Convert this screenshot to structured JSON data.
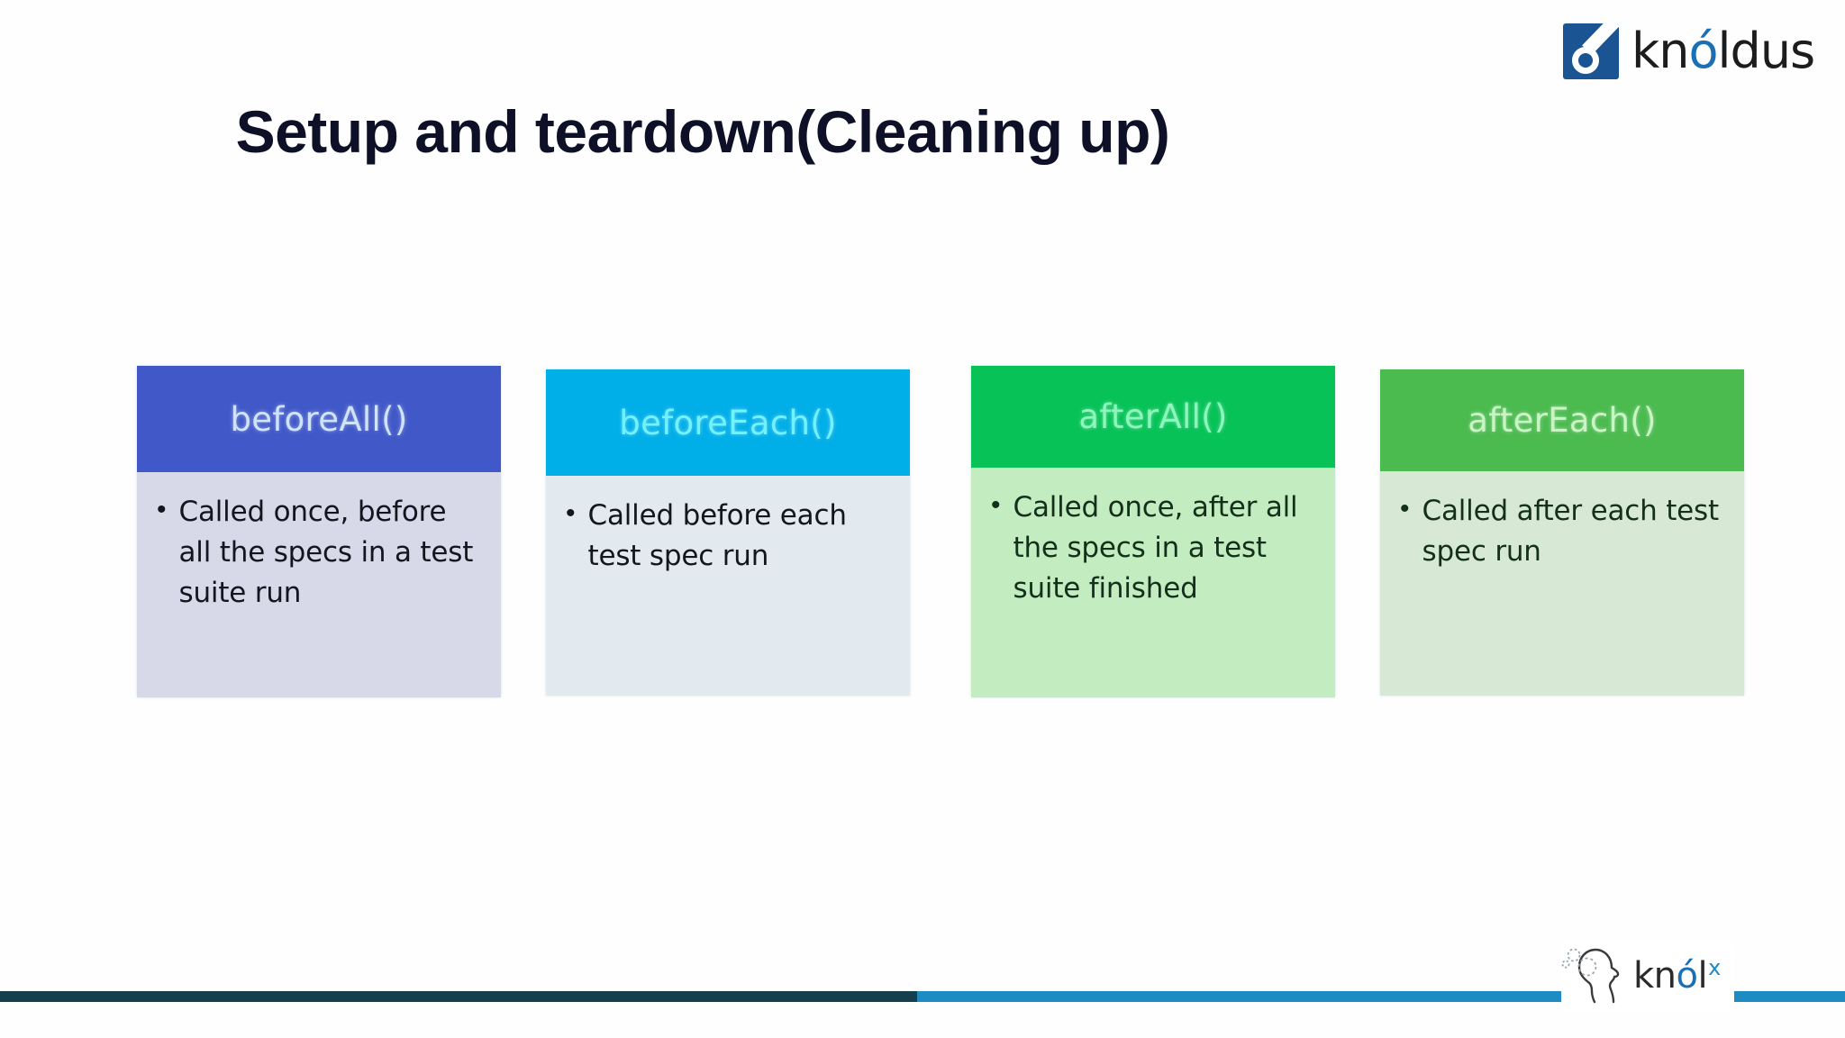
{
  "slide": {
    "title": "Setup and teardown(Cleaning up)",
    "background": "#ffffff"
  },
  "branding": {
    "knoldus": {
      "icon": "knoldus-logo-mark",
      "word_part1": "kn",
      "word_accent": "ó",
      "word_part2": "ldus",
      "mark_color": "#1A5492",
      "accent_color": "#1A6FB5"
    },
    "knolx": {
      "icon": "knolx-head-icon",
      "word_part1": "kn",
      "word_accent": "ó",
      "word_part2": "l",
      "superscript": "x",
      "accent_color": "#1A6FB5",
      "superscript_color": "#1E8BC3"
    }
  },
  "cards": [
    {
      "id": "beforeall",
      "title": "beforeAll()",
      "bullet": "•",
      "text": "Called once, before all the specs in a test suite run",
      "header_bg": "#4159C8",
      "header_text": "#cfe3fb",
      "body_bg": "#d7d9e8",
      "body_text": "#14161f"
    },
    {
      "id": "beforeeach",
      "title": "beforeEach()",
      "bullet": "•",
      "text": "Called before each test spec run",
      "header_bg": "#00AEE8",
      "header_text": "#6ef3ff",
      "body_bg": "#e2e9ef",
      "body_text": "#14161f"
    },
    {
      "id": "afterall",
      "title": "afterAll()",
      "bullet": "•",
      "text": "Called once, after all the specs in a test suite finished",
      "header_bg": "#06C257",
      "header_text": "#8bf7bd",
      "body_bg": "#c3edc0",
      "body_text": "#14301a"
    },
    {
      "id": "aftereach",
      "title": "afterEach()",
      "bullet": "•",
      "text": "Called after each test spec run",
      "header_bg": "#4BBA4F",
      "header_text": "#c9f5c4",
      "body_bg": "#d7e9d5",
      "body_text": "#14301a"
    }
  ],
  "bottom_bar": {
    "dark_color": "#163F4D",
    "light_color": "#1E8BC3"
  }
}
